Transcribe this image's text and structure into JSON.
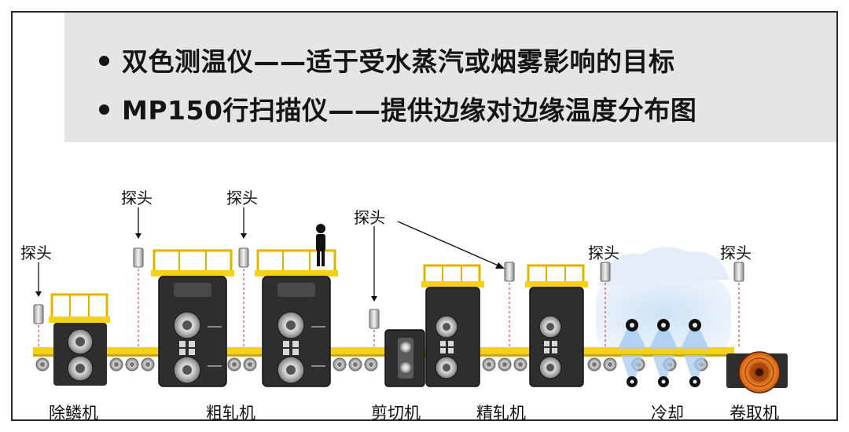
{
  "header": {
    "bullets": [
      "双色测温仪——适于受水蒸汽或烟雾影响的目标",
      "MP150行扫描仪——提供边缘对边缘温度分布图"
    ]
  },
  "probes": {
    "label": "探头"
  },
  "stations": {
    "descaler": "除鳞机",
    "roughing": "粗轧机",
    "shear": "剪切机",
    "finishing": "精轧机",
    "cooling": "冷却",
    "coiler": "卷取机"
  },
  "colors": {
    "banner": "#e5e5e5",
    "rail": "#f4d21a",
    "machine": "#2e2e2e",
    "probe_line": "#d02020",
    "cooling_blue": "#a9ccee",
    "coil": "#e07020"
  }
}
